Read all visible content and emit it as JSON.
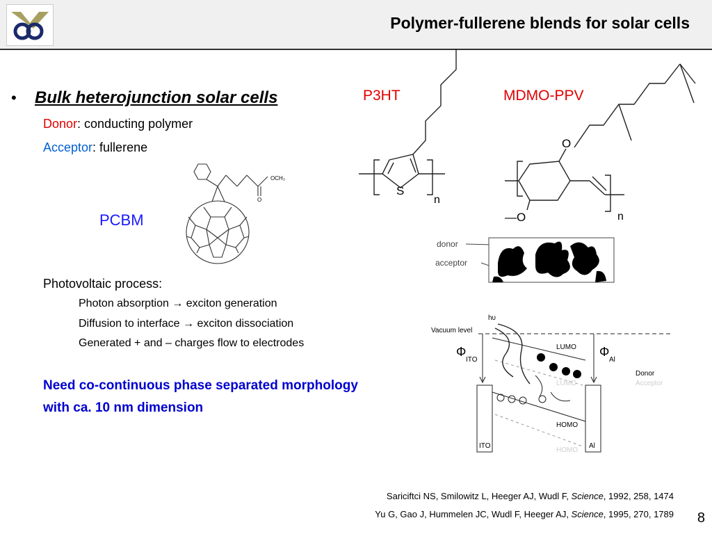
{
  "header": {
    "title": "Polymer-fullerene blends for solar cells"
  },
  "content": {
    "bullet": "Bulk heterojunction solar cells",
    "donor_key": "Donor",
    "donor_value": ": conducting polymer",
    "acceptor_key": "Acceptor",
    "acceptor_value": ": fullerene",
    "pv_heading": "Photovoltaic process:",
    "steps": [
      "Photon absorption → exciton generation",
      "Diffusion to interface → exciton dissociation",
      "Generated + and – charges flow to electrodes"
    ],
    "emphasis": [
      "Need co-continuous phase separated morphology",
      "with ca. 10 nm dimension"
    ]
  },
  "molecules": {
    "p3ht": "P3HT",
    "mdmo": "MDMO-PPV",
    "pcbm": "PCBM",
    "sulfur": "S",
    "oxygen_top": "O",
    "oxygen_bottom": "—O",
    "n": "n",
    "och3": "OCH₃",
    "carbonyl_o": "O"
  },
  "morphology": {
    "donor": "donor",
    "acceptor": "acceptor"
  },
  "energy_diagram": {
    "hv": "hυ",
    "vacuum_level": "Vacuum level",
    "phi_ito": "Φ",
    "phi_ito_sub": "ITO",
    "phi_al": "Φ",
    "phi_al_sub": "Al",
    "lumo": "LUMO",
    "lumo_acceptor": "LUMO",
    "homo": "HOMO",
    "homo_acceptor": "HOMO",
    "donor": "Donor",
    "acceptor": "Acceptor",
    "ito": "ITO",
    "al": "Al"
  },
  "references": [
    {
      "pre": "Sariciftci NS, Smilowitz L, Heeger AJ, Wudl F, ",
      "journal": "Science",
      "post": ", 1992, 258, 1474"
    },
    {
      "pre": "Yu G, Gao J, Hummelen JC, Wudl F, Heeger AJ, ",
      "journal": "Science",
      "post": ", 1995, 270, 1789"
    }
  ],
  "page_number": "8",
  "colors": {
    "red": "#e00000",
    "blue": "#0060d0",
    "emphasis_blue": "#0000d0",
    "logo_olive": "#a8a060",
    "logo_navy": "#1a2a6a"
  }
}
